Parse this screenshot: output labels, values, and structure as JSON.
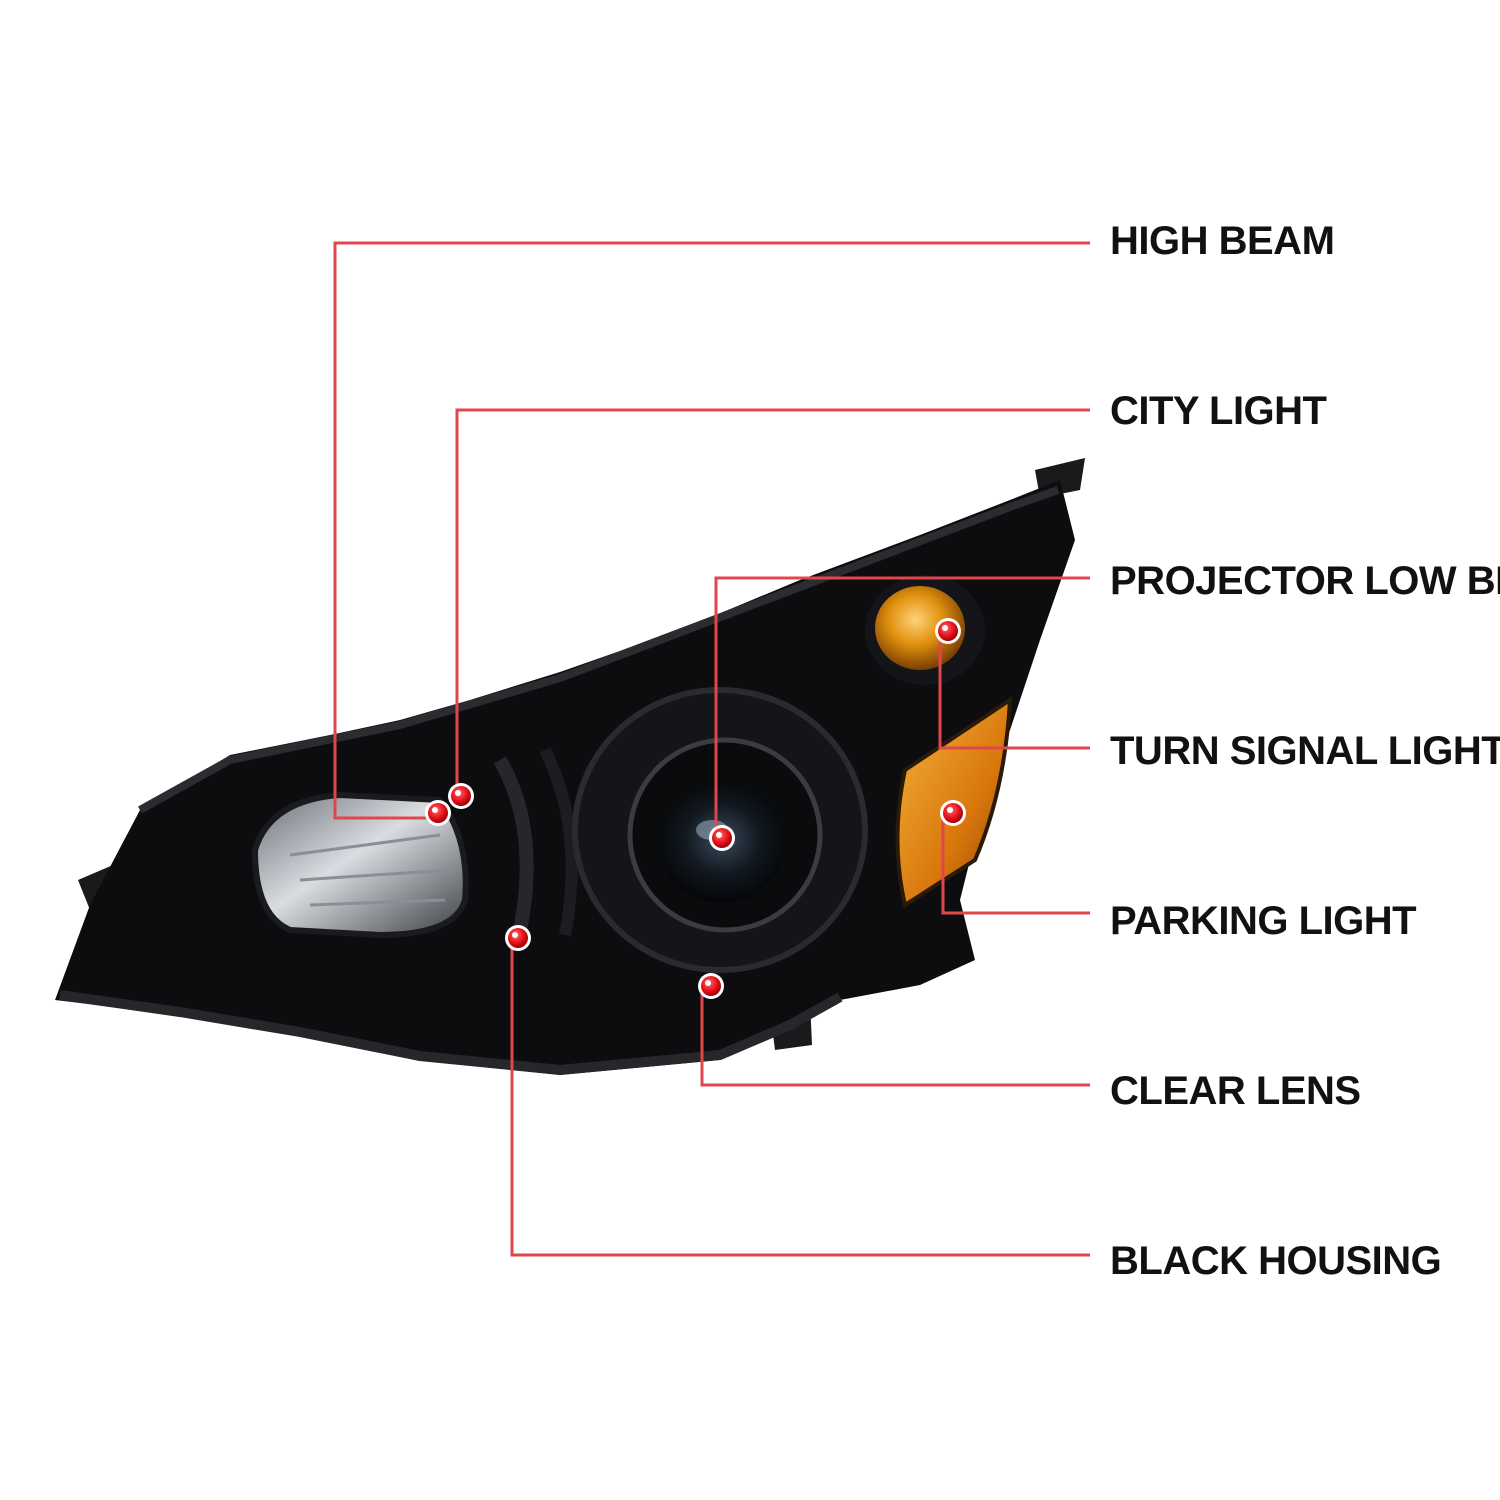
{
  "diagram": {
    "accent_color": "#e0474c",
    "marker_color": "#e8121c",
    "housing_color": "#0d0d0f",
    "amber_color": "#e08a12",
    "callouts": [
      {
        "id": "high-beam",
        "label": "HIGH BEAM"
      },
      {
        "id": "city-light",
        "label": "CITY LIGHT"
      },
      {
        "id": "projector-low-beam",
        "label": "PROJECTOR LOW BEAM"
      },
      {
        "id": "turn-signal-light",
        "label": "TURN SIGNAL LIGHT"
      },
      {
        "id": "parking-light",
        "label": "PARKING LIGHT"
      },
      {
        "id": "clear-lens",
        "label": "CLEAR LENS"
      },
      {
        "id": "black-housing",
        "label": "BLACK HOUSING"
      }
    ]
  }
}
